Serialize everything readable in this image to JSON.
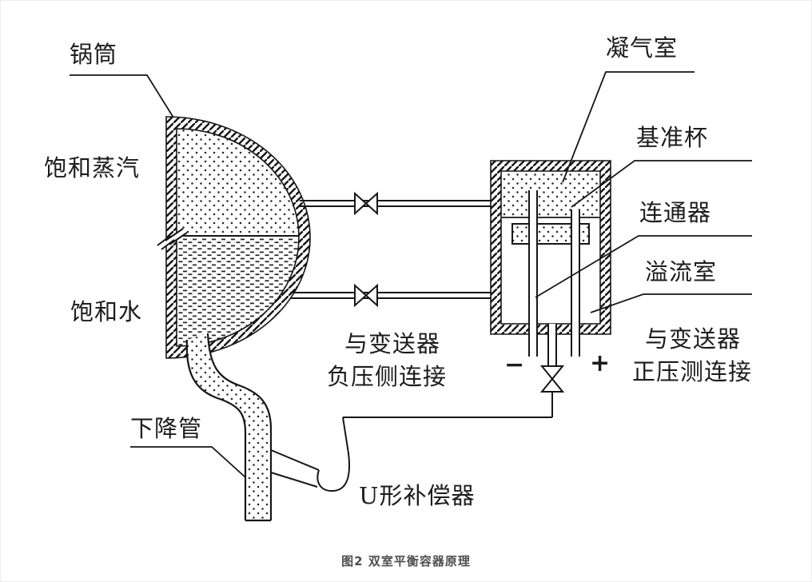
{
  "figure": {
    "caption": "图2 双室平衡容器原理",
    "background_color": "#ffffff",
    "ink_color": "#1c1c1c",
    "caption_color": "#4d4d4d"
  },
  "labels": {
    "drum": "锅筒",
    "saturated_steam": "饱和蒸汽",
    "saturated_water": "饱和水",
    "downcomer": "下降管",
    "u_compensator": "U形补偿器",
    "condensing_chamber": "凝气室",
    "reference_cup": "基准杯",
    "connector": "连通器",
    "overflow_chamber": "溢流室",
    "transmitter_negative_line1": "与变送器",
    "transmitter_negative_line2": "负压侧连接",
    "transmitter_positive_line1": "与变送器",
    "transmitter_positive_line2": "正压测连接",
    "minus_sign": "−",
    "plus_sign": "+"
  }
}
